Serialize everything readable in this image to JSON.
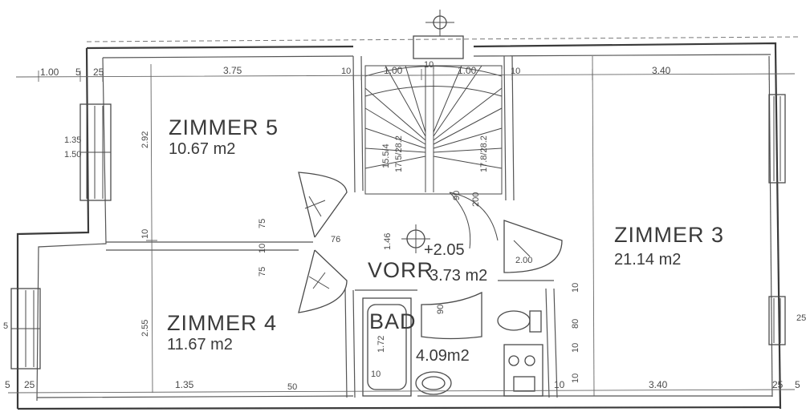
{
  "rooms": {
    "zimmer5": {
      "name": "ZIMMER 5",
      "area": "10.67 m2"
    },
    "zimmer4": {
      "name": "ZIMMER 4",
      "area": "11.67 m2"
    },
    "zimmer3": {
      "name": "ZIMMER 3",
      "area": "21.14 m2"
    },
    "vorraum": {
      "name": "VORR",
      "area": "3.73 m2",
      "level": "+2.05"
    },
    "bad": {
      "name": "BAD",
      "area": "4.09m2"
    }
  },
  "dimensions": {
    "top_left_1": "1.00",
    "top_left_2": "5",
    "top_left_3": "25",
    "top_zimmer5": "3.75",
    "top_10a": "10",
    "top_stair_1": "1.00",
    "top_10b": "10",
    "top_stair_2": "1.00",
    "top_10c": "10",
    "top_zimmer3": "3.40",
    "left_window_1": "1.35",
    "left_window_2": "1.50",
    "zimmer5_height": "2.92",
    "wall_10_left": "10",
    "zimmer4_height": "2.55",
    "bottom_5": "5",
    "bottom_25a": "25",
    "bottom_zimmer4": "1.35",
    "bottom_10": "10",
    "bottom_zimmer3": "3.40",
    "bottom_25b": "25",
    "hall_75a": "75",
    "hall_75b": "75",
    "hall_10": "10",
    "hall_76": "76",
    "hall_146": "1.46",
    "stair_left": "15.5/4",
    "stair_left_2": "17.5/28.2",
    "stair_right": "17.8/28.2",
    "landing_90": "90",
    "landing_200a": "200",
    "landing_200b": "2.00",
    "bath_172": "1.72",
    "bath_10": "10",
    "bath_90": "90",
    "bath_50": "50",
    "right_10a": "10",
    "right_10b": "10",
    "right_80": "80",
    "right_10c": "10",
    "left_5": "5",
    "right_5": "5",
    "window_25": "25"
  }
}
